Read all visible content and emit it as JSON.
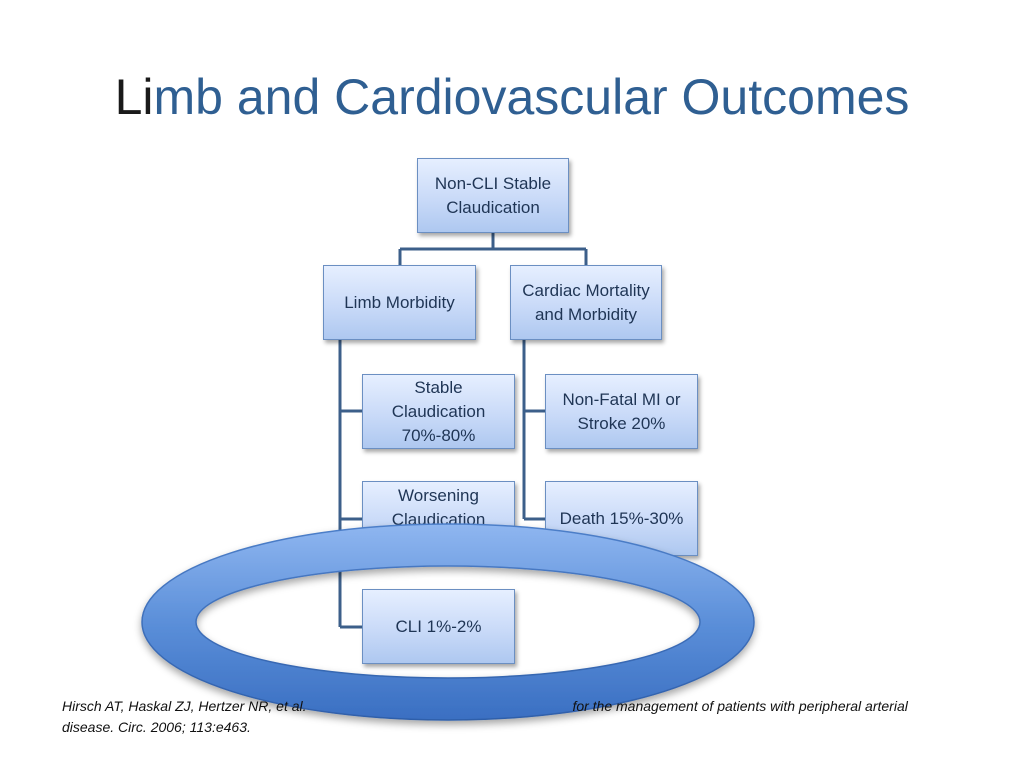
{
  "slide": {
    "title_dark": "Li",
    "title_rest": "mb and Cardiovascular Outcomes"
  },
  "diagram": {
    "root": "Non-CLI Stable Claudication",
    "limb": {
      "label": "Limb Morbidity",
      "children": [
        "Stable Claudication 70%-80%",
        "Worsening Claudication",
        "CLI 1%-2%"
      ]
    },
    "cardiac": {
      "label": "Cardiac Mortality and Morbidity",
      "children": [
        "Non-Fatal MI or Stroke 20%",
        "Death 15%-30%"
      ]
    }
  },
  "citation": {
    "line1": "Hirsch AT, Haskal ZJ, Hertzer NR, et al. ",
    "line1_end": "for the management of patients with peripheral arterial",
    "line2": "disease.  Circ. 2006; 113:e463."
  },
  "colors": {
    "title": "#2f5f92",
    "connector": "#3c5f8a",
    "box_border": "#6b8fc2",
    "ring": "#5b8fd9"
  }
}
